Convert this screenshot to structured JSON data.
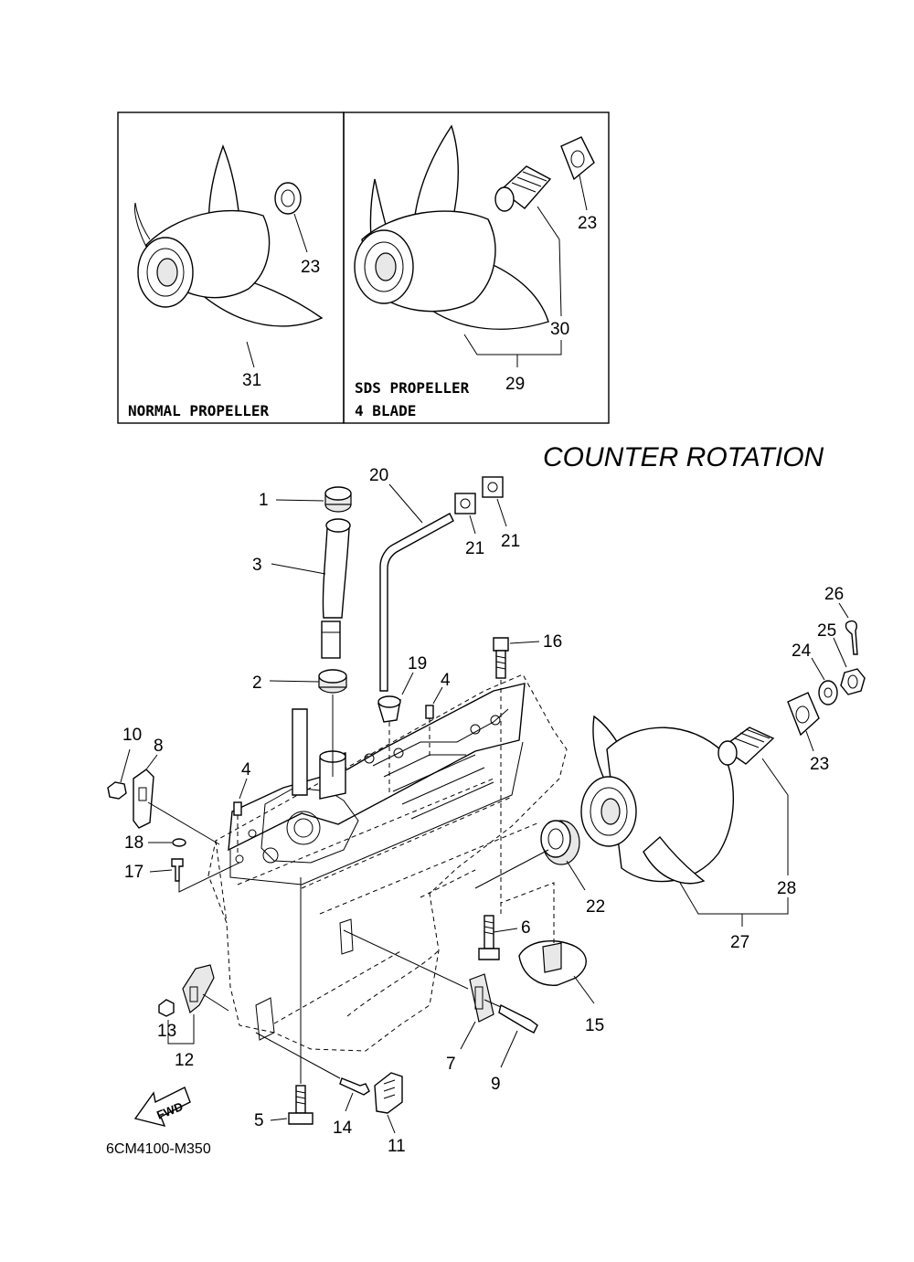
{
  "boxes": {
    "normal": {
      "label": "NORMAL PROPELLER",
      "callouts": [
        "23",
        "31"
      ]
    },
    "sds": {
      "label_line1": "SDS PROPELLER",
      "label_line2": "4 BLADE",
      "callouts": [
        "23",
        "30",
        "29"
      ]
    }
  },
  "heading": "COUNTER  ROTATION",
  "diagram_code": "6CM4100-M350",
  "fwd_label": "FWD",
  "parts": {
    "p1": "1",
    "p2": "2",
    "p3": "3",
    "p4a": "4",
    "p4b": "4",
    "p5": "5",
    "p6": "6",
    "p7": "7",
    "p8": "8",
    "p9": "9",
    "p10": "10",
    "p11": "11",
    "p12": "12",
    "p13": "13",
    "p14": "14",
    "p15": "15",
    "p16": "16",
    "p17": "17",
    "p18": "18",
    "p19": "19",
    "p20": "20",
    "p21a": "21",
    "p21b": "21",
    "p22": "22",
    "p23": "23",
    "p24": "24",
    "p25": "25",
    "p26": "26",
    "p27": "27",
    "p28": "28"
  }
}
